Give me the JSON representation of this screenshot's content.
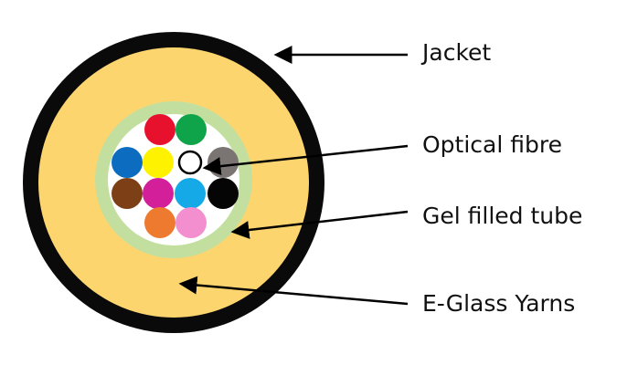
{
  "labels": {
    "jacket": "Jacket",
    "optical_fibre": "Optical fibre",
    "gel_tube": "Gel filled tube",
    "yarns": "E-Glass Yarns"
  },
  "colors": {
    "jacket": "#0a0a0a",
    "yarns": "#fdd56e",
    "gel_tube_ring": "#c3df9f",
    "tube_core": "#ffffff",
    "arrow": "#000000"
  },
  "fibres": [
    {
      "name": "red",
      "color": "#e8112d"
    },
    {
      "name": "green",
      "color": "#10a44a"
    },
    {
      "name": "blue",
      "color": "#0c6dc0"
    },
    {
      "name": "yellow",
      "color": "#fff200"
    },
    {
      "name": "white",
      "color": "#ffffff"
    },
    {
      "name": "grey",
      "color": "#7a7572"
    },
    {
      "name": "brown",
      "color": "#7d3f16"
    },
    {
      "name": "violet",
      "color": "#d41f9a"
    },
    {
      "name": "aqua",
      "color": "#16a9e8"
    },
    {
      "name": "black",
      "color": "#050505"
    },
    {
      "name": "orange",
      "color": "#ee7a30"
    },
    {
      "name": "pink",
      "color": "#f48fcf"
    }
  ]
}
